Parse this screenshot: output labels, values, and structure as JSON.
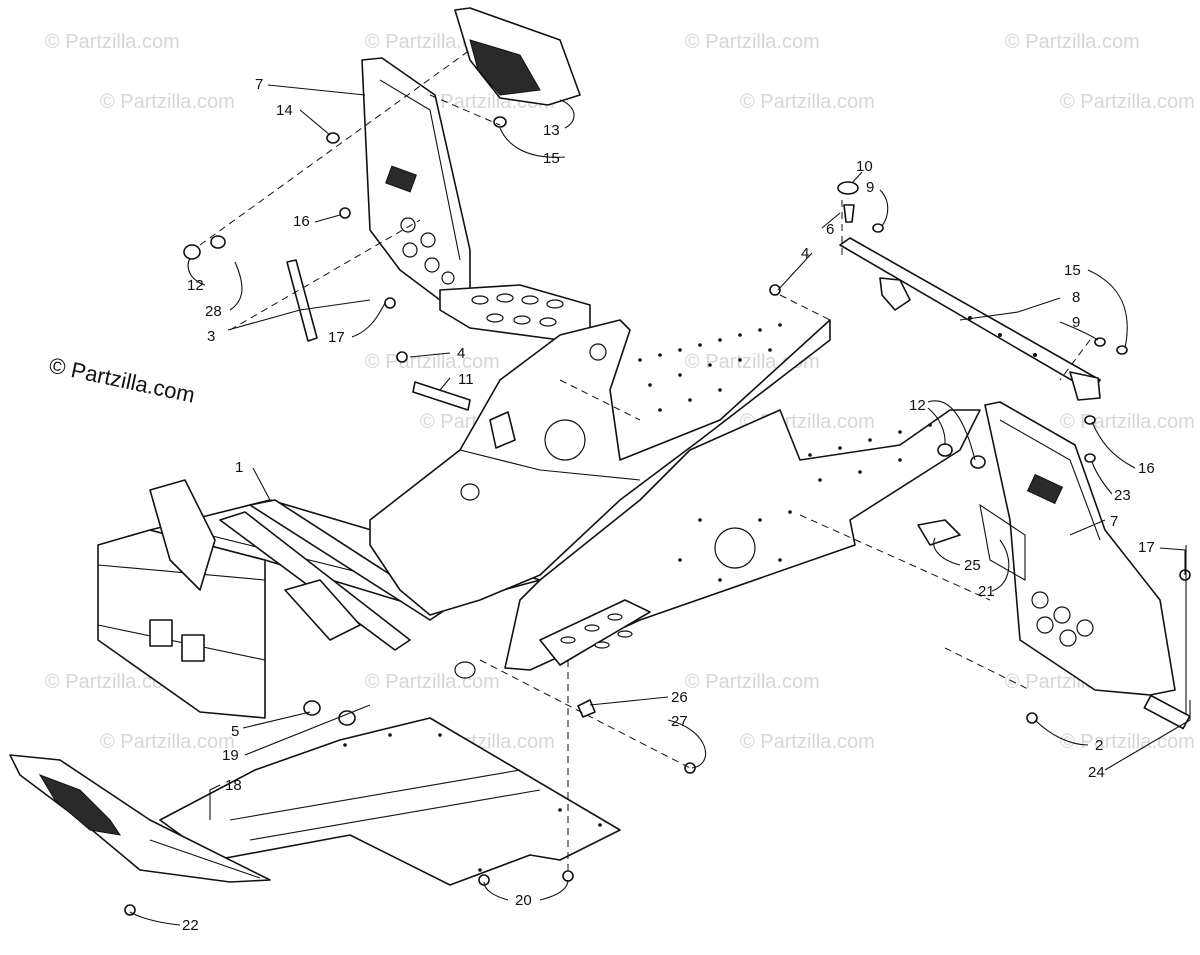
{
  "watermark": "© Partzilla.com",
  "brand": "© Partzilla.com",
  "callouts": [
    "1",
    "2",
    "3",
    "4",
    "4",
    "5",
    "6",
    "7",
    "7",
    "8",
    "9",
    "9",
    "10",
    "11",
    "12",
    "12",
    "13",
    "14",
    "15",
    "15",
    "16",
    "16",
    "17",
    "17",
    "18",
    "19",
    "20",
    "21",
    "22",
    "23",
    "24",
    "25",
    "26",
    "27",
    "28"
  ]
}
